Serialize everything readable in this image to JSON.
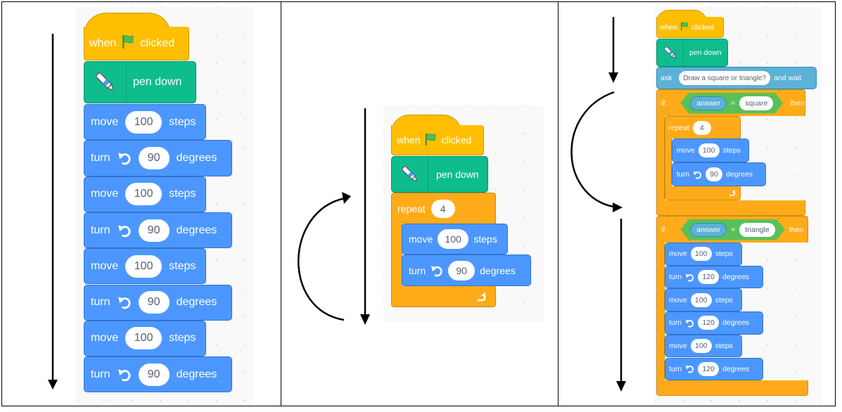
{
  "panel1": {
    "hat": {
      "when": "when",
      "clicked": "clicked"
    },
    "pen_down": "pen down",
    "steps": [
      {
        "kind": "move",
        "label": "move",
        "value": "100",
        "unit": "steps"
      },
      {
        "kind": "turn",
        "label": "turn",
        "value": "90",
        "unit": "degrees"
      },
      {
        "kind": "move",
        "label": "move",
        "value": "100",
        "unit": "steps"
      },
      {
        "kind": "turn",
        "label": "turn",
        "value": "90",
        "unit": "degrees"
      },
      {
        "kind": "move",
        "label": "move",
        "value": "100",
        "unit": "steps"
      },
      {
        "kind": "turn",
        "label": "turn",
        "value": "90",
        "unit": "degrees"
      },
      {
        "kind": "move",
        "label": "move",
        "value": "100",
        "unit": "steps"
      },
      {
        "kind": "turn",
        "label": "turn",
        "value": "90",
        "unit": "degrees"
      }
    ]
  },
  "panel2": {
    "hat": {
      "when": "when",
      "clicked": "clicked"
    },
    "pen_down": "pen down",
    "repeat": {
      "label": "repeat",
      "count": "4"
    },
    "move": {
      "label": "move",
      "value": "100",
      "unit": "steps"
    },
    "turn": {
      "label": "turn",
      "value": "90",
      "unit": "degrees"
    }
  },
  "panel3": {
    "hat": {
      "when": "when",
      "clicked": "clicked"
    },
    "pen_down": "pen down",
    "ask": {
      "label": "ask",
      "question": "Draw a square or triangle?",
      "suffix": "and wait"
    },
    "if1": {
      "if": "if",
      "reporter": "answer",
      "op": "=",
      "value": "square",
      "then": "then"
    },
    "repeat": {
      "label": "repeat",
      "count": "4"
    },
    "inner_move": {
      "label": "move",
      "value": "100",
      "unit": "steps"
    },
    "inner_turn": {
      "label": "turn",
      "value": "90",
      "unit": "degrees"
    },
    "if2": {
      "if": "if",
      "reporter": "answer",
      "op": "=",
      "value": "triangle",
      "then": "then"
    },
    "tri_steps": [
      {
        "kind": "move",
        "label": "move",
        "value": "100",
        "unit": "steps"
      },
      {
        "kind": "turn",
        "label": "turn",
        "value": "120",
        "unit": "degrees"
      },
      {
        "kind": "move",
        "label": "move",
        "value": "100",
        "unit": "steps"
      },
      {
        "kind": "turn",
        "label": "turn",
        "value": "120",
        "unit": "degrees"
      },
      {
        "kind": "move",
        "label": "move",
        "value": "100",
        "unit": "steps"
      },
      {
        "kind": "turn",
        "label": "turn",
        "value": "120",
        "unit": "degrees"
      }
    ]
  },
  "colors": {
    "events": "#FFBF00",
    "pen": "#0FBD8C",
    "motion": "#4C97FF",
    "control": "#FFAB19",
    "sensing": "#5CB1D6",
    "operators": "#59C059",
    "flag": "#4CBF56",
    "arrow": "#000000"
  },
  "icons": {
    "flag": "green-flag-icon",
    "pen": "pen-icon",
    "turn": "rotate-left-icon",
    "loop": "loop-arrow-icon"
  }
}
